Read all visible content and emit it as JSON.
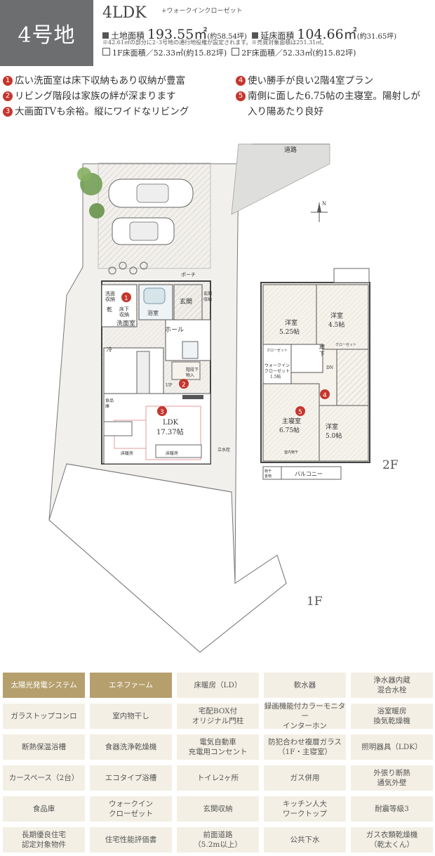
{
  "header": {
    "lot": "4号地",
    "layout": "4LDK",
    "layout_sub": "+ウォークインクローゼット",
    "land_label": "土地面積",
    "land_value": "193.55㎡",
    "land_tsubo": "(約58.54坪)",
    "floor_label": "延床面積",
    "floor_value": "104.66㎡",
    "floor_tsubo": "(約31.65坪)",
    "note": "※42.61㎡の部分に2･3号地の通行地役権が設定されます。※売買対象面積は251.31㎡。",
    "f1_area": "1F床面積／52.33㎡(約15.82坪)",
    "f2_area": "2F床面積／52.33㎡(約15.82坪)"
  },
  "features": [
    {
      "num": "1",
      "text": "広い洗面室は床下収納もあり収納が豊富"
    },
    {
      "num": "2",
      "text": "リビング階段は家族の絆が深まります"
    },
    {
      "num": "3",
      "text": "大画面TVも余裕。縦にワイドなリビング"
    },
    {
      "num": "4",
      "text": "使い勝手が良い2階4室プラン"
    },
    {
      "num": "5",
      "text": "南側に面した6.75帖の主寝室。陽射しが"
    },
    {
      "num": "",
      "text": "入り陽あたり良好"
    }
  ],
  "plan": {
    "road": "道路",
    "porch": "ポーチ",
    "entrance": "玄関",
    "hall": "ホール",
    "washroom": "洗面室",
    "bath": "浴室",
    "wash_storage": "洗面\n収納",
    "underfloor": "床下\n収納",
    "dry": "乾",
    "refrigerator": "冷",
    "shoe_storage": "玄関\n収納",
    "pantry": "食品\n庫",
    "stair_storage": "階段下\n物入",
    "ldk": "LDK",
    "ldk_size": "17.37帖",
    "floor_heating": "床暖房",
    "up": "UP",
    "faucet": "立水栓",
    "western1": "洋室",
    "western1_size": "5.25帖",
    "western2": "洋室",
    "western2_size": "4.5帖",
    "western3": "洋室",
    "western3_size": "5.0帖",
    "master": "主寝室",
    "master_size": "6.75帖",
    "corridor": "廊\n下",
    "wic": "ウォークイン\nクローゼット\n1.5帖",
    "closet": "クローゼット",
    "balcony": "バルコニー",
    "storage_hw": "物干\n金物",
    "indoor_dry": "室内物干",
    "dn": "DN",
    "f1": "1F",
    "f2": "2F",
    "north": "N"
  },
  "equipment": [
    {
      "label": "太陽光発電システム",
      "active": true
    },
    {
      "label": "エネファーム",
      "active": true
    },
    {
      "label": "床暖房（LD）",
      "active": false
    },
    {
      "label": "軟水器",
      "active": false
    },
    {
      "label": "浄水器内蔵\n混合水栓",
      "active": false
    },
    {
      "label": "ガラストップコンロ",
      "active": false
    },
    {
      "label": "室内物干し",
      "active": false
    },
    {
      "label": "宅配BOX付\nオリジナル門柱",
      "active": false
    },
    {
      "label": "録画機能付カラーモニター\nインターホン",
      "active": false
    },
    {
      "label": "浴室暖房\n換気乾燥機",
      "active": false
    },
    {
      "label": "断熱保温浴槽",
      "active": false
    },
    {
      "label": "食器洗浄乾燥機",
      "active": false
    },
    {
      "label": "電気自動車\n充電用コンセント",
      "active": false
    },
    {
      "label": "防犯合わせ複層ガラス\n（1F・主寝室）",
      "active": false
    },
    {
      "label": "照明器具（LDK）",
      "active": false
    },
    {
      "label": "カースペース（2台）",
      "active": false
    },
    {
      "label": "エコタイプ浴槽",
      "active": false
    },
    {
      "label": "トイレ2ヶ所",
      "active": false
    },
    {
      "label": "ガス併用",
      "active": false
    },
    {
      "label": "外張り断熱\n通気外壁",
      "active": false
    },
    {
      "label": "食品庫",
      "active": false
    },
    {
      "label": "ウォークイン\nクローゼット",
      "active": false
    },
    {
      "label": "玄関収納",
      "active": false
    },
    {
      "label": "キッチン人大\nワークトップ",
      "active": false
    },
    {
      "label": "耐震等級3",
      "active": false
    },
    {
      "label": "長期優良住宅\n認定対象物件",
      "active": false
    },
    {
      "label": "住宅性能評価書",
      "active": false
    },
    {
      "label": "前面道路\n（5.2m以上）",
      "active": false
    },
    {
      "label": "公共下水",
      "active": false
    },
    {
      "label": "ガス衣類乾燥機\n（乾太くん）",
      "active": false
    }
  ]
}
